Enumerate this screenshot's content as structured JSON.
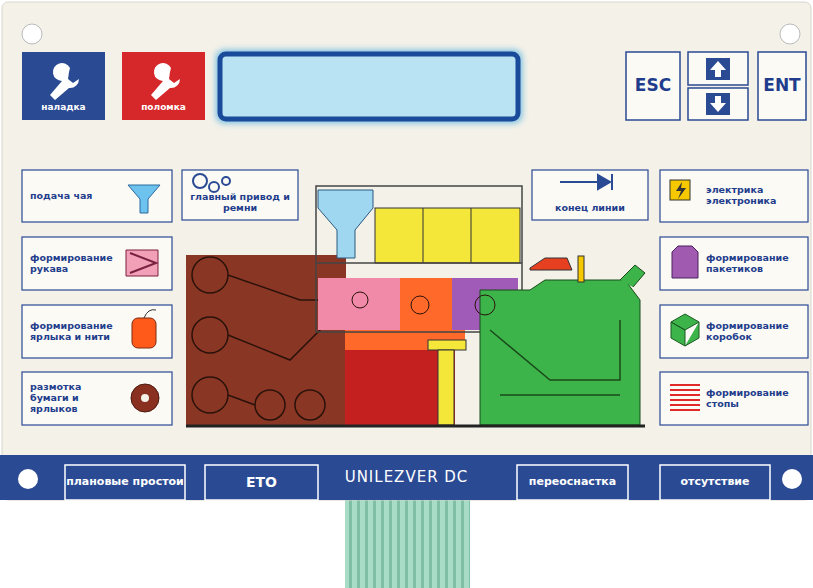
{
  "diagram": {
    "nodes": [
      {
        "text": [
          "наладка"
        ]
      },
      {
        "text": [
          "поломка"
        ]
      },
      {
        "text": [
          "ESC"
        ]
      },
      {
        "text": [
          "ENT"
        ]
      },
      {
        "text": [
          "подача чая"
        ]
      },
      {
        "text": [
          "главный привод и ремни"
        ]
      },
      {
        "text": [
          "конец линии"
        ]
      },
      {
        "text": [
          "электрика электроника"
        ]
      },
      {
        "text": [
          "формирование рукава"
        ]
      },
      {
        "text": [
          "формирование пакетиков"
        ]
      },
      {
        "text": [
          "формирование ярлыка и нити"
        ]
      },
      {
        "text": [
          "формирование коробок"
        ]
      },
      {
        "text": [
          "размотка бумаги и ярлыков"
        ]
      },
      {
        "text": [
          "формирование стопы"
        ]
      },
      {
        "text": [
          "UNILEZVER DC"
        ]
      },
      {
        "text": [
          "плановые простои"
        ],
        "in": 14
      },
      {
        "text": [
          "ЕТО"
        ],
        "in": 14
      },
      {
        "text": [
          "переоснастка"
        ],
        "in": 14
      },
      {
        "text": [
          "отсутствие"
        ],
        "in": 14
      }
    ]
  }
}
